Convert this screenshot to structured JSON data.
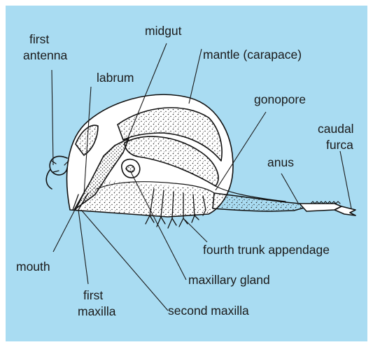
{
  "colors": {
    "background": "#a9dcf2",
    "outline": "#111111",
    "fill": "#ffffff",
    "stipple": "#2a2a2a",
    "label_text": "#1a1a1a"
  },
  "labels": {
    "first_antenna": [
      "first",
      "antenna"
    ],
    "midgut": "midgut",
    "labrum": "labrum",
    "mantle": "mantle (carapace)",
    "gonopore": "gonopore",
    "caudal_furca": [
      "caudal",
      "furca"
    ],
    "anus": "anus",
    "fourth_trunk_appendage": "fourth trunk appendage",
    "mouth": "mouth",
    "maxillary_gland": "maxillary gland",
    "first_maxilla": [
      "first",
      "maxilla"
    ],
    "second_maxilla": "second maxilla"
  }
}
